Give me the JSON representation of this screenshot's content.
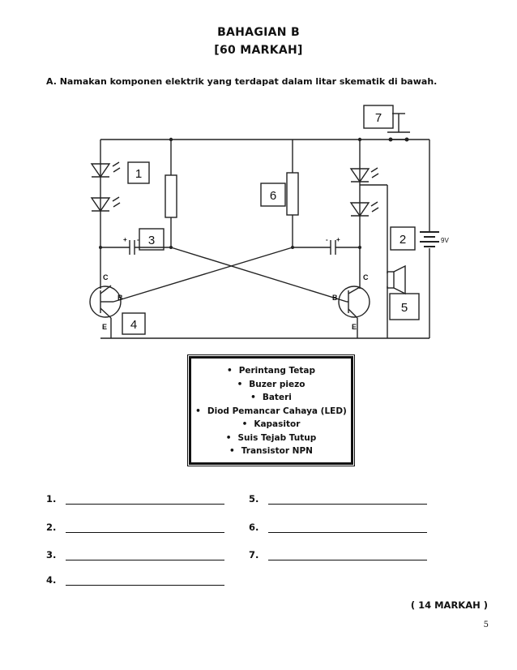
{
  "header": {
    "section": "BAHAGIAN B",
    "marks": "[60 MARKAH]"
  },
  "question": {
    "instruction": "A. Namakan komponen elektrik yang terdapat dalam litar skematik di bawah."
  },
  "diagram": {
    "labels": [
      "1",
      "2",
      "3",
      "4",
      "5",
      "6",
      "7"
    ],
    "pins": {
      "c": "C",
      "b": "B",
      "e": "E"
    },
    "battery_label": "9V",
    "polarity": {
      "minus": "-",
      "plus": "+"
    }
  },
  "component_list": [
    "Perintang Tetap",
    "Buzer piezo",
    "Bateri",
    "Diod Pemancar Cahaya (LED)",
    "Kapasitor",
    "Suis Tejab Tutup",
    "Transistor NPN"
  ],
  "answers": [
    "1.",
    "2.",
    "3.",
    "4.",
    "5.",
    "6.",
    "7."
  ],
  "total_marks": "( 14 MARKAH )",
  "page_number": "5"
}
